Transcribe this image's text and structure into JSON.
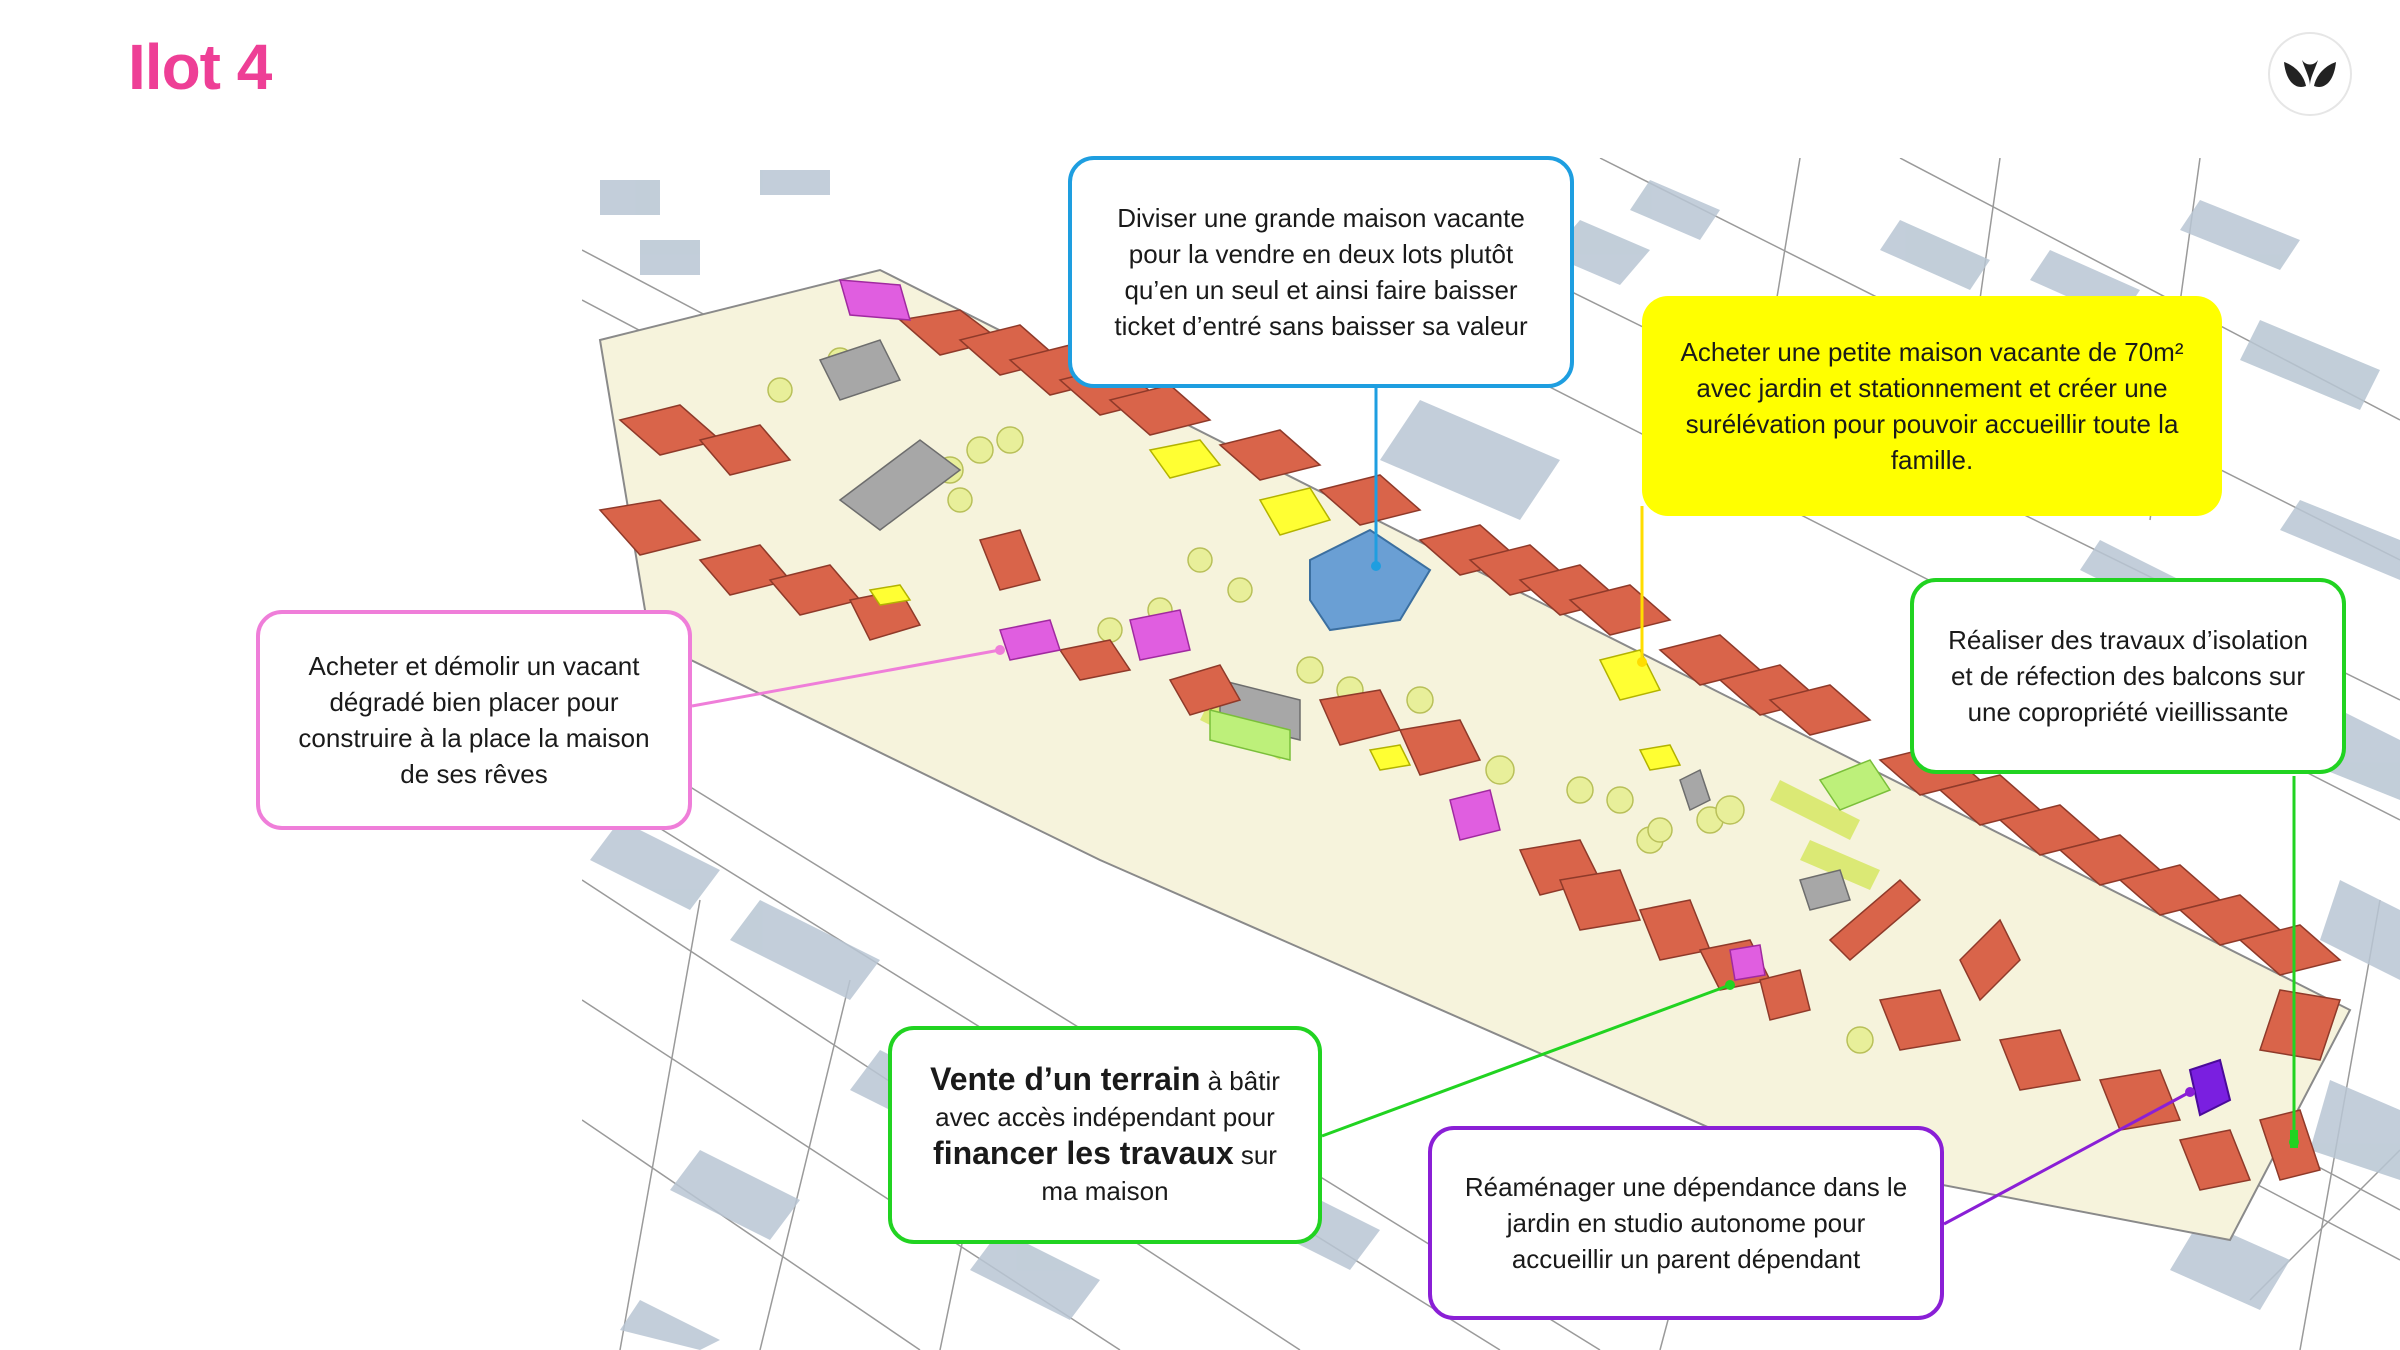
{
  "page": {
    "title": "Ilot 4"
  },
  "colors": {
    "title_pink": "#ee3f96",
    "callout_blue": "#1e9ee0",
    "callout_yellow": "#ffff00",
    "callout_pink": "#ef7ed9",
    "callout_green": "#21d321",
    "callout_purple": "#8a1fd6",
    "roof_red": "#d9644a",
    "building_grey": "#b8c6d3",
    "courtyard": "#f6f3dc",
    "vegetation": "#d9e86a",
    "highlight_magenta": "#e05ee0"
  },
  "logo": {
    "icon": "leaf-pair-logo-icon"
  },
  "callouts": {
    "divide": {
      "text": "Diviser une grande maison vacante pour la vendre en deux lots plutôt qu’en un seul et ainsi faire baisser ticket d’entré sans baisser sa valeur"
    },
    "small_house": {
      "text": "Acheter une petite maison vacante de 70m² avec jardin et stationnement et créer une surélévation pour pouvoir accueillir toute la famille."
    },
    "demolish": {
      "text": "Acheter et démolir un vacant dégradé bien placer pour construire à la place la maison de ses rêves"
    },
    "isolation": {
      "text": "Réaliser des travaux d’isolation et de réfection des balcons sur une copropriété vieillissante"
    },
    "land": {
      "bold1": "Vente d’un terrain",
      "part1": " à bâtir avec accès indépendant pour ",
      "bold2": "financer les travaux",
      "part2": " sur ma maison"
    },
    "studio": {
      "text": "Réaménager une dépendance dans le jardin en studio autonome pour accueillir un parent dépendant"
    }
  }
}
